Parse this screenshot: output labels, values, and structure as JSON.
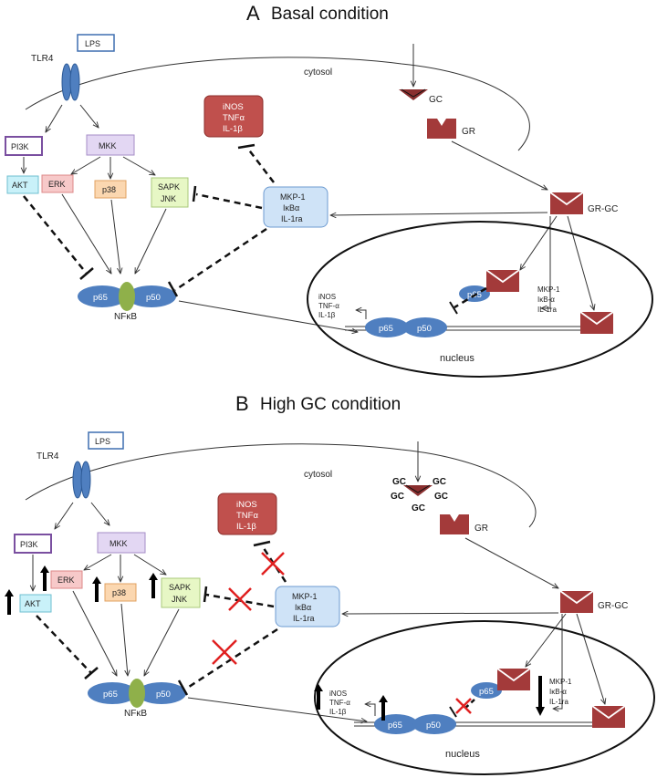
{
  "panel_a": {
    "letter": "A",
    "title": "Basal condition",
    "lps": "LPS",
    "tlr4": "TLR4",
    "cytosol": "cytosol",
    "pi3k": "PI3K",
    "akt": "AKT",
    "mkk": "MKK",
    "erk": "ERK",
    "p38": "p38",
    "sapk": "SAPK",
    "jnk": "JNK",
    "cytokines": [
      "iNOS",
      "TNFα",
      "IL-1β"
    ],
    "mkp_box": [
      "MKP-1",
      "IκBα",
      "IL-1ra"
    ],
    "p65": "p65",
    "p50": "p50",
    "nfkb": "NFκB",
    "gc": "GC",
    "gr": "GR",
    "gr_gc": "GR-GC",
    "nuc_cytokines": [
      "iNOS",
      "TNF-α",
      "IL-1β"
    ],
    "nuc_mkp": [
      "MKP-1",
      "IκB-α",
      "IL-1ra"
    ],
    "nucleus": "nucleus"
  },
  "panel_b": {
    "letter": "B",
    "title": "High GC condition",
    "lps": "LPS",
    "tlr4": "TLR4",
    "cytosol": "cytosol",
    "pi3k": "PI3K",
    "akt": "AKT",
    "mkk": "MKK",
    "erk": "ERK",
    "p38": "p38",
    "sapk": "SAPK",
    "jnk": "JNK",
    "cytokines": [
      "iNOS",
      "TNFα",
      "IL-1β"
    ],
    "mkp_box": [
      "MKP-1",
      "IκBα",
      "IL-1ra"
    ],
    "p65": "p65",
    "p50": "p50",
    "nfkb": "NFκB",
    "gc_cluster": [
      "GC",
      "GC",
      "GC",
      "GC",
      "GC"
    ],
    "gr": "GR",
    "gr_gc": "GR-GC",
    "nuc_cytokines": [
      "iNOS",
      "TNF-α",
      "IL-1β"
    ],
    "nuc_mkp": [
      "MKP-1",
      "IκB-α",
      "IL-1ra"
    ],
    "nucleus": "nucleus"
  },
  "colors": {
    "tlr": "#4f7fc0",
    "p65p50": "#4f7fc0",
    "nfkb_green": "#8fb04a",
    "receptor_dark": "#a33a3a",
    "cytokine_fill": "#c0504d",
    "mkp_fill": "#cfe3f7",
    "mkp_stroke": "#6d9bd1",
    "pi3k_stroke": "#7a4fa0",
    "lps_stroke": "#3f6fb0",
    "akt_fill": "#c9f1f9",
    "mkk_fill": "#e3d7f3",
    "erk_fill": "#f7c9c9",
    "p38_fill": "#fbd7b0",
    "sapk_fill": "#e7f7c5",
    "red_x": "#e02020"
  }
}
